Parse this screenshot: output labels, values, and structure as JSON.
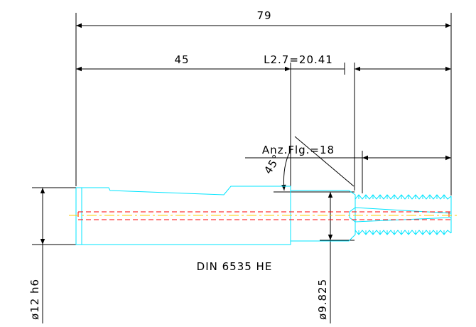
{
  "drawing": {
    "total_length": "79",
    "shank_length": "45",
    "thread_length": "L2.7=20.41",
    "flute_count": "Anz.Flg.=18",
    "angle": "45°",
    "norm": "DIN 6535 HE",
    "shank_diameter": "ø12 h6",
    "neck_diameter": "ø9.825"
  },
  "colors": {
    "dimension": "#000000",
    "outline": "#00e5ff",
    "center_line": "#ffcc00",
    "hidden_line": "#ff0000"
  }
}
